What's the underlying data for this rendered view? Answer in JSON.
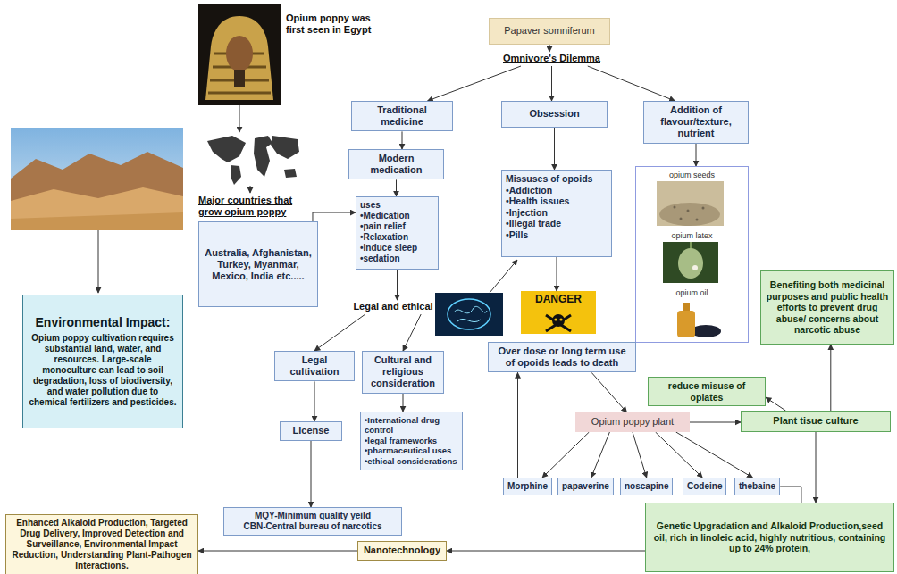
{
  "diagram": {
    "nodes": [
      {
        "text": [
          "Papaver somniferum"
        ]
      },
      {
        "text": [
          "Omnivore's Dilemma"
        ]
      },
      {
        "text": [
          "Traditional medicine"
        ]
      },
      {
        "text": [
          "Obsession"
        ]
      },
      {
        "text": [
          "Addition of flavour/texture, nutrient"
        ]
      },
      {
        "text": [
          "Modern medication"
        ]
      },
      {
        "text": [
          "uses",
          "•Medication",
          "•pain relief",
          "•Relaxation",
          "•Induce sleep",
          "•sedation"
        ]
      },
      {
        "text": [
          "Major countries that grow opium poppy",
          "Australia, Afghanistan, Turkey, Myanmar, Mexico, India etc....."
        ]
      },
      {
        "text": [
          "Missuses of opoids",
          "•Addiction",
          "•Health issues",
          "•Injection",
          "•Illegal trade",
          "•Pills"
        ]
      },
      {
        "text": [
          "opium seeds",
          "opium latex",
          "opium oil"
        ]
      },
      {
        "text": [
          "DANGER"
        ]
      },
      {
        "text": [
          "Environmental Impact:",
          "Opium poppy cultivation requires substantial land, water, and resources. Large-scale monoculture can lead to soil degradation, loss of biodiversity, and water pollution due to chemical fertilizers and pesticides."
        ]
      },
      {
        "text": [
          "Legal and ethical"
        ]
      },
      {
        "text": [
          "Legal cultivation"
        ]
      },
      {
        "text": [
          "Cultural and religious consideration"
        ]
      },
      {
        "text": [
          "License"
        ]
      },
      {
        "text": [
          "•International drug control",
          "•legal frameworks",
          "•pharmaceutical uses",
          "•ethical considerations"
        ]
      },
      {
        "text": [
          "MQY-Minimum quality yeild",
          "CBN-Central bureau of narcotics"
        ]
      },
      {
        "text": [
          "Over dose or long term use of opoids leads to death"
        ]
      },
      {
        "text": [
          "Opium poppy plant"
        ]
      },
      {
        "text": [
          "Morphine"
        ]
      },
      {
        "text": [
          "papaverine"
        ]
      },
      {
        "text": [
          "noscapine"
        ]
      },
      {
        "text": [
          "Codeine"
        ]
      },
      {
        "text": [
          "thebaine"
        ]
      },
      {
        "text": [
          "Plant tisue culture"
        ]
      },
      {
        "text": [
          "reduce misuse of opiates"
        ]
      },
      {
        "text": [
          "Benefiting both medicinal purposes and public health efforts to prevent drug abuse/ concerns about narcotic abuse"
        ]
      },
      {
        "text": [
          "Genetic Upgradation and Alkaloid Production,seed oil, rich in linoleic acid, highly nutritious, containing up to 24% protein,"
        ]
      },
      {
        "text": [
          "Nanotechnology"
        ]
      },
      {
        "text": [
          "Enhanced Alkaloid Production, Targeted Drug Delivery, Improved Detection and Surveillance, Environmental Impact Reduction, Understanding Plant-Pathogen Interactions."
        ]
      }
    ],
    "edges": [
      {
        "from": 0,
        "to": 1,
        "arrow": "to"
      },
      {
        "from": 1,
        "to": 2,
        "arrow": "to"
      },
      {
        "from": 1,
        "to": 3,
        "arrow": "to"
      },
      {
        "from": 1,
        "to": 4,
        "arrow": "to"
      },
      {
        "from": 2,
        "to": 5,
        "arrow": "to"
      },
      {
        "from": 5,
        "to": 6,
        "arrow": "to"
      },
      {
        "from": 7,
        "to": 6,
        "arrow": "to"
      },
      {
        "from": 6,
        "to": 12,
        "arrow": "to"
      },
      {
        "from": 12,
        "to": 13,
        "arrow": "to"
      },
      {
        "from": 12,
        "to": 14,
        "arrow": "to"
      },
      {
        "from": 13,
        "to": 15,
        "arrow": "to"
      },
      {
        "from": 15,
        "to": 17,
        "arrow": "to"
      },
      {
        "from": 14,
        "to": 16,
        "arrow": "to"
      },
      {
        "from": 3,
        "to": 8,
        "arrow": "to"
      },
      {
        "from": 8,
        "to": 10,
        "arrow": "to"
      },
      {
        "from": 4,
        "to": 9,
        "arrow": "to"
      },
      {
        "from": 18,
        "to": 19,
        "arrow": "to"
      },
      {
        "from": 19,
        "to": 20,
        "arrow": "to"
      },
      {
        "from": 19,
        "to": 21,
        "arrow": "to"
      },
      {
        "from": 19,
        "to": 22,
        "arrow": "to"
      },
      {
        "from": 19,
        "to": 23,
        "arrow": "to"
      },
      {
        "from": 19,
        "to": 24,
        "arrow": "to"
      },
      {
        "from": 20,
        "to": 18,
        "arrow": "to"
      },
      {
        "from": 19,
        "to": 25,
        "arrow": "to"
      },
      {
        "from": 25,
        "to": 26,
        "arrow": "to"
      },
      {
        "from": 25,
        "to": 27,
        "arrow": "to"
      },
      {
        "from": 25,
        "to": 28,
        "arrow": "to"
      },
      {
        "from": 28,
        "to": 24,
        "arrow": "none"
      },
      {
        "from": 28,
        "to": 29,
        "arrow": "to"
      },
      {
        "from": 29,
        "to": 30,
        "arrow": "to"
      }
    ],
    "labels": [
      "Opium poppy was first seen in Egypt"
    ]
  }
}
